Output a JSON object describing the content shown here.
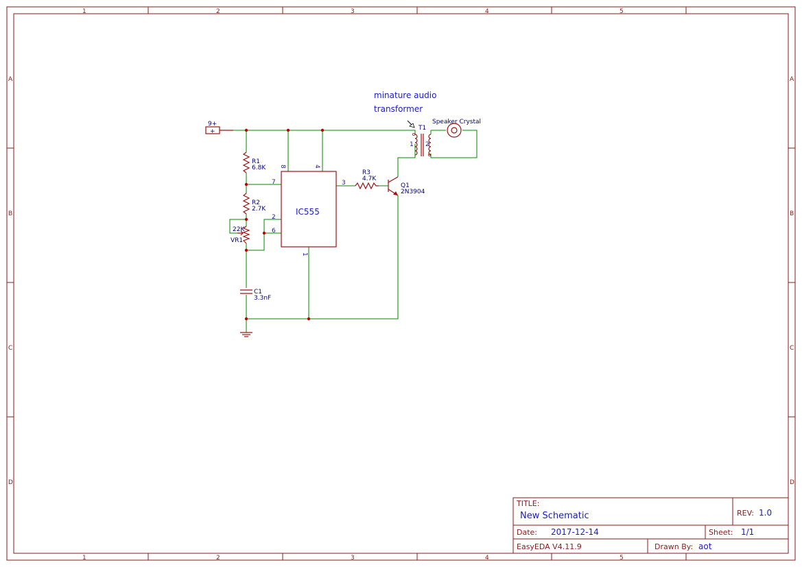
{
  "border": {
    "columns": [
      "1",
      "2",
      "3",
      "4",
      "5"
    ],
    "rows": [
      "A",
      "B",
      "C",
      "D"
    ]
  },
  "annotation": {
    "line1": "minature audio",
    "line2": "transformer"
  },
  "components": {
    "power": {
      "label": "9+",
      "symbol": "+"
    },
    "r1": {
      "ref": "R1",
      "value": "6.8K"
    },
    "r2": {
      "ref": "R2",
      "value": "2.7K"
    },
    "vr1": {
      "ref": "VR1",
      "value": "22K"
    },
    "c1": {
      "ref": "C1",
      "value": "3.3nF"
    },
    "r3": {
      "ref": "R3",
      "value": "4.7K"
    },
    "q1": {
      "ref": "Q1",
      "value": "2N3904"
    },
    "t1": {
      "ref": "T1",
      "pin1": "1",
      "pin2": "2"
    },
    "speaker": {
      "label": "Speaker Crystal"
    },
    "ic": {
      "name": "IC555",
      "pins": {
        "p8": "8",
        "p4": "4",
        "p7": "7",
        "p3": "3",
        "p2": "2",
        "p6": "6",
        "p1": "1"
      }
    }
  },
  "title_block": {
    "title_label": "TITLE:",
    "title": "New Schematic",
    "rev_label": "REV:",
    "rev": "1.0",
    "date_label": "Date:",
    "date": "2017-12-14",
    "sheet_label": "Sheet:",
    "sheet": "1/1",
    "software": "EasyEDA V4.11.9",
    "drawn_label": "Drawn By:",
    "drawn": "aot"
  },
  "colors": {
    "frame": "#8b1a1a",
    "wire": "#008800",
    "component": "#a01010",
    "text": "#1a1ad0"
  }
}
